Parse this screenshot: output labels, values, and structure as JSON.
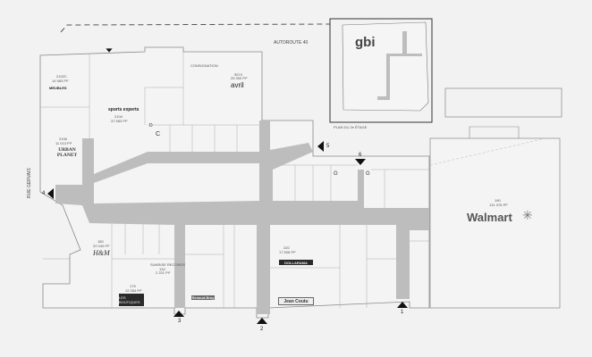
{
  "map": {
    "streets": {
      "north": "AUTOROUTE 40",
      "west": "RUE GERVAIS"
    },
    "inset_caption": "PLAN DU 2e ÉTAGE",
    "anchors": {
      "gbi": "gbi",
      "avril": "avril",
      "sports_experts": "sports experts",
      "urban_planet": "URBAN PLANET",
      "meubles": "MEUBLES",
      "hm": "H&M",
      "walmart": "Walmart",
      "dollarama": "DOLLARAMA",
      "jean_coutu": "Jean Coutu",
      "renaud_bray": "Renaud-Bray",
      "sunrise": "SUNRISE RECORDS",
      "boutique_black": "LES BOUTIQUES"
    },
    "unit_labels": {
      "meubles_unit": "2102C",
      "meubles_area": "14 583 PI²",
      "sports_unit": "2104",
      "sports_area": "37 583 PI²",
      "urban_unit": "2106",
      "urban_area": "11 013 PI²",
      "avril_unit": "9574",
      "avril_area": "25 300 PI²",
      "hm_unit": "180",
      "hm_area": "22 040 PI²",
      "black_unit": "175",
      "black_area": "12 284 PI²",
      "sunrise_unit": "134",
      "sunrise_area": "2 221 PI²",
      "walmart_unit": "190",
      "walmart_area": "131 376 PI²",
      "dollarama_unit": "220",
      "dollarama_area": "17 506 PI²",
      "consignation": "CONSIGNATION"
    },
    "markers": {
      "c": "C",
      "d": "D",
      "g1": "G",
      "g2": "G"
    },
    "entrances": [
      "1",
      "2",
      "3",
      "4",
      "5",
      "6"
    ]
  }
}
